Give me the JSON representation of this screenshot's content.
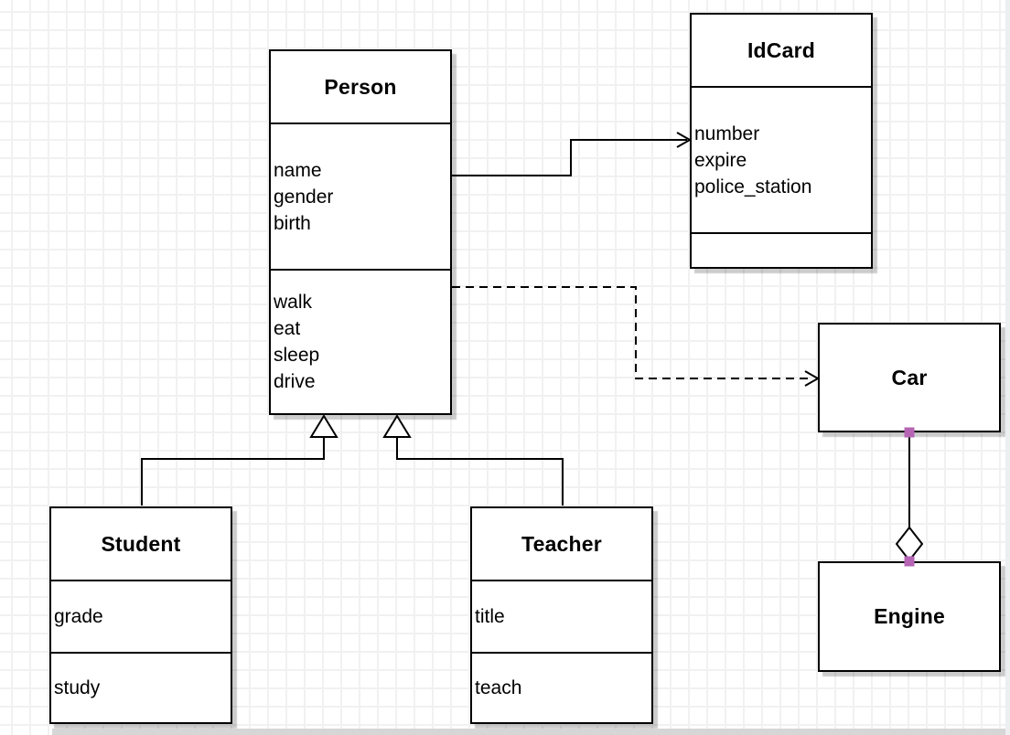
{
  "diagram": {
    "type": "uml-class-diagram",
    "background_color": "#ffffff",
    "grid_color": "#f1f1f1",
    "box_fill": "#ffffff",
    "box_border_color": "#000000",
    "shadow_color": "#cccccc",
    "selection_handle_color": "#b664b4"
  },
  "classes": {
    "person": {
      "title": "Person",
      "attributes": [
        "name",
        "gender",
        "birth"
      ],
      "methods": [
        "walk",
        "eat",
        "sleep",
        "drive"
      ]
    },
    "idcard": {
      "title": "IdCard",
      "attributes": [
        "number",
        "expire",
        "police_station"
      ],
      "methods": []
    },
    "car": {
      "title": "Car",
      "attributes": [],
      "methods": []
    },
    "engine": {
      "title": "Engine",
      "attributes": [],
      "methods": []
    },
    "student": {
      "title": "Student",
      "attributes": [
        "grade"
      ],
      "methods": [
        "study"
      ]
    },
    "teacher": {
      "title": "Teacher",
      "attributes": [
        "title"
      ],
      "methods": [
        "teach"
      ]
    }
  },
  "relationships": [
    {
      "from": "Person",
      "to": "IdCard",
      "type": "association",
      "line": "solid",
      "arrow": "open"
    },
    {
      "from": "Person",
      "to": "Car",
      "type": "dependency",
      "line": "dashed",
      "arrow": "open"
    },
    {
      "from": "Student",
      "to": "Person",
      "type": "generalization",
      "line": "solid",
      "arrow": "hollow-triangle"
    },
    {
      "from": "Teacher",
      "to": "Person",
      "type": "generalization",
      "line": "solid",
      "arrow": "hollow-triangle"
    },
    {
      "from": "Car",
      "to": "Engine",
      "type": "aggregation",
      "line": "solid",
      "arrow": "hollow-diamond",
      "selected": true
    }
  ]
}
